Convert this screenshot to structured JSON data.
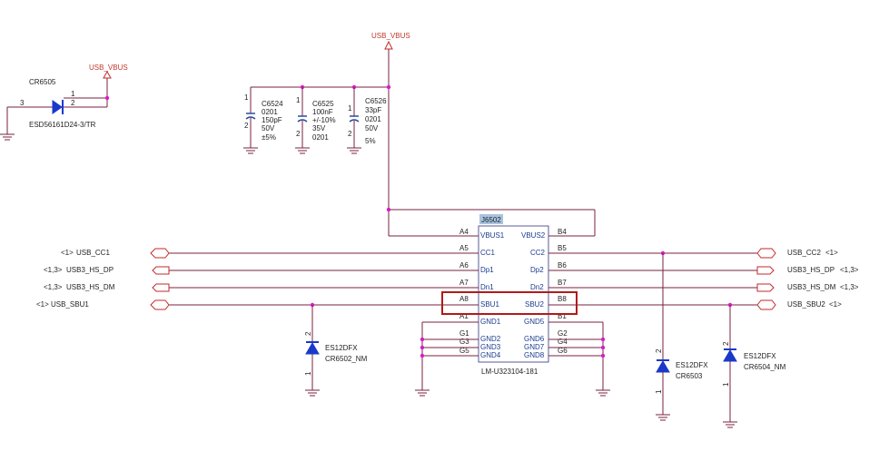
{
  "power": {
    "vbus_top": "USB_VBUS",
    "vbus_left": "USB_VBUS"
  },
  "tvs_top": {
    "ref": "CR6505",
    "part": "ESD56161D24-3/TR",
    "pin1": "1",
    "pin2": "2",
    "pin3": "3"
  },
  "caps": [
    {
      "ref": "C6524",
      "l1": "0201",
      "l2": "150pF",
      "l3": "50V",
      "l4": "±5%",
      "p1": "1",
      "p2": "2"
    },
    {
      "ref": "C6525",
      "l1": "100nF",
      "l2": "+/-10%",
      "l3": "35V",
      "l4": "0201",
      "p1": "1",
      "p2": "2"
    },
    {
      "ref": "C6526",
      "l1": "33pF",
      "l2": "0201",
      "l3": "50V",
      "l4": "5%",
      "p1": "1",
      "p2": "2"
    }
  ],
  "connector": {
    "ref": "J6502",
    "part": "LM-U323104-181",
    "left_pins": [
      {
        "num": "A4",
        "name": "VBUS1"
      },
      {
        "num": "A5",
        "name": "CC1"
      },
      {
        "num": "A6",
        "name": "Dp1"
      },
      {
        "num": "A7",
        "name": "Dn1"
      },
      {
        "num": "A8",
        "name": "SBU1"
      },
      {
        "num": "A1",
        "name": "GND1"
      },
      {
        "num": "G1",
        "name": "GND2"
      },
      {
        "num": "G3",
        "name": "GND3"
      },
      {
        "num": "G5",
        "name": "GND4"
      }
    ],
    "right_pins": [
      {
        "num": "B4",
        "name": "VBUS2"
      },
      {
        "num": "B5",
        "name": "CC2"
      },
      {
        "num": "B6",
        "name": "Dp2"
      },
      {
        "num": "B7",
        "name": "Dn2"
      },
      {
        "num": "B8",
        "name": "SBU2"
      },
      {
        "num": "B1",
        "name": "GND5"
      },
      {
        "num": "G2",
        "name": "GND6"
      },
      {
        "num": "G4",
        "name": "GND7"
      },
      {
        "num": "G6",
        "name": "GND8"
      }
    ]
  },
  "nets_left": [
    {
      "ref": "<1>",
      "name": "USB_CC1"
    },
    {
      "ref": "<1,3>",
      "name": "USB3_HS_DP"
    },
    {
      "ref": "<1,3>",
      "name": "USB3_HS_DM"
    },
    {
      "ref": "<1>",
      "name": "USB_SBU1"
    }
  ],
  "nets_right": [
    {
      "ref": "<1>",
      "name": "USB_CC2"
    },
    {
      "ref": "<1,3>",
      "name": "USB3_HS_DP"
    },
    {
      "ref": "<1,3>",
      "name": "USB3_HS_DM"
    },
    {
      "ref": "<1>",
      "name": "USB_SBU2"
    }
  ],
  "esd": [
    {
      "part": "ES12DFX",
      "ref": "CR6502_NM",
      "p2": "2",
      "p1": "1"
    },
    {
      "part": "ES12DFX",
      "ref": "CR6503",
      "p2": "2",
      "p1": "1"
    },
    {
      "part": "ES12DFX",
      "ref": "CR6504_NM",
      "p2": "2",
      "p1": "1"
    }
  ],
  "colors": {
    "wire": "#7a2240",
    "junction": "#d81cc8",
    "diode": "#1a39c9",
    "net_label": "#c0392b",
    "highlight": "#b11a1a"
  }
}
